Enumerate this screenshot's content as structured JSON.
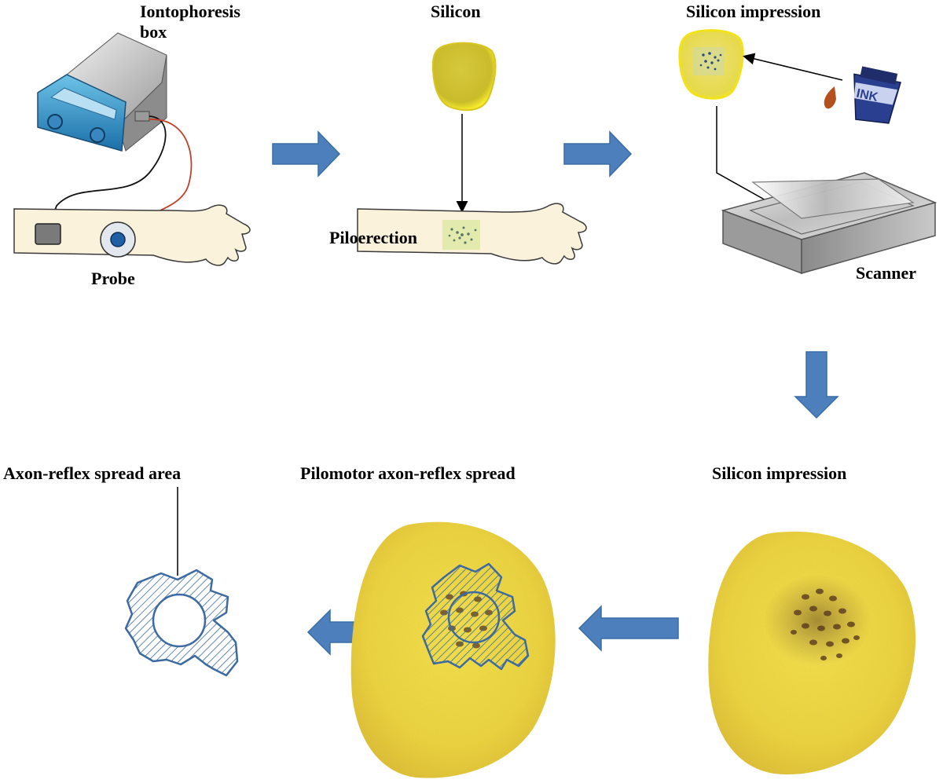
{
  "step1": {
    "box_label": "Iontophoresis box",
    "probe_label": "Probe"
  },
  "step2": {
    "silicon_label": "Silicon",
    "piloerection_label": "Piloerection"
  },
  "step3": {
    "impression_label": "Silicon impression",
    "ink_text": "INK",
    "scanner_label": "Scanner"
  },
  "step4": {
    "impression_label": "Silicon impression"
  },
  "step5": {
    "spread_label": "Pilomotor axon-reflex spread"
  },
  "step6": {
    "area_label": "Axon-reflex spread area"
  },
  "colors": {
    "arrow": "#4e7fbd",
    "arrow_edge": "#3a6ea5",
    "silicon": "#f3df3c",
    "hatch": "#3d6aa0",
    "skin": "#fbf2dc"
  }
}
